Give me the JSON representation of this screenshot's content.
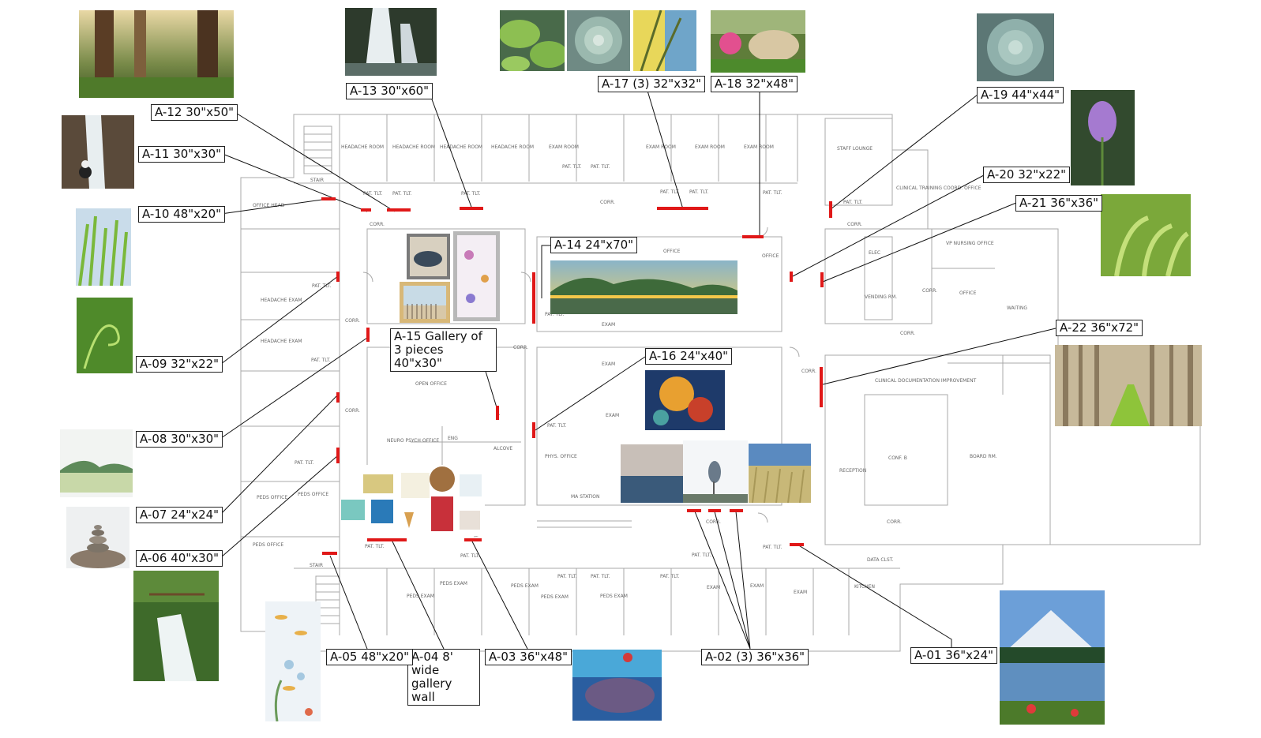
{
  "artwork_labels": {
    "a01": "A-01 36\"x24\"",
    "a02": "A-02 (3) 36\"x36\"",
    "a03": "A-03 36\"x48\"",
    "a04": "A-04 8' wide gallery wall",
    "a05": "A-05 48\"x20\"",
    "a06": "A-06 40\"x30\"",
    "a07": "A-07 24\"x24\"",
    "a08": "A-08 30\"x30\"",
    "a09": "A-09 32\"x22\"",
    "a10": "A-10 48\"x20\"",
    "a11": "A-11 30\"x30\"",
    "a12": "A-12 30\"x50\"",
    "a13": "A-13 30\"x60\"",
    "a14": "A-14 24\"x70\"",
    "a15": "A-15 Gallery of 3 pieces 40\"x30\"",
    "a16": "A-16 24\"x40\"",
    "a17": "A-17 (3) 32\"x32\"",
    "a18": "A-18 32\"x48\"",
    "a19": "A-19 44\"x44\"",
    "a20": "A-20 32\"x22\"",
    "a21": "A-21 36\"x36\"",
    "a22": "A-22 36\"x72\""
  },
  "room_labels": {
    "headache_room": "HEADACHE ROOM",
    "exam_room": "EXAM ROOM",
    "staff_lounge": "STAFF LOUNGE",
    "clinical_training": "CLINICAL TRAINING COORD. OFFICE",
    "corr": "CORR.",
    "office_head": "OFFICE HEAD",
    "headache_exam": "HEADACHE EXAM",
    "exam": "EXAM",
    "office": "OFFICE",
    "elec": "ELEC",
    "vending": "VENDING RM.",
    "vp_nursing": "VP NURSING OFFICE",
    "waiting": "WAITING",
    "clinical_doc": "CLINICAL DOCUMENTATION IMPROVEMENT",
    "reception": "RECEPTION",
    "conf_b": "CONF. B",
    "board_rm": "BOARD RM.",
    "open_office": "OPEN OFFICE",
    "eng": "ENG",
    "alcove": "ALCOVE",
    "neuro_psych": "NEURO PSYCH OFFICE",
    "peds_office": "PEDS OFFICE",
    "peds_exam": "PEDS EXAM",
    "ma_station": "MA STATION",
    "phys_office": "PHYS. OFFICE",
    "stair": "STAIR",
    "pat_tlt": "PAT. TLT.",
    "data_clst": "DATA CLST.",
    "kitchen": "KITCHEN"
  },
  "photos": {
    "forest": "forest-photo",
    "waterfall_top": "waterfall-photo",
    "lily_pads": "lily-pad-photo",
    "succulent": "succulent-photo",
    "branches": "branch-photo",
    "garden": "garden-photo",
    "succulent_right": "succulent-photo",
    "purple_flower": "flower-photo",
    "ferns": "fern-photo",
    "birch_forest": "birch-forest-photo",
    "mountain_lake": "mountain-lake-photo",
    "whale_art": "whale-painting",
    "sea_life": "sea-life-painting",
    "waterfall_bottom": "waterfall-photo",
    "stones": "stacked-stones-photo",
    "lake": "lake-photo",
    "tendril": "tendril-photo",
    "grass": "grass-photo",
    "waterfall_left": "waterfall-photo",
    "gallery_whale": "whale-art",
    "gallery_beach": "beach-photo",
    "gallery_fish": "fish-art",
    "panorama": "panorama-photo",
    "abstract": "abstract-painting",
    "sea": "sea-photo",
    "heron": "heron-photo",
    "dunes": "dune-grass-photo",
    "ocean_gallery": "ocean-gallery-art"
  },
  "colors": {
    "art_location_marker": "#e01818",
    "wall_line": "#9a9a9a",
    "label_border": "#222222"
  }
}
